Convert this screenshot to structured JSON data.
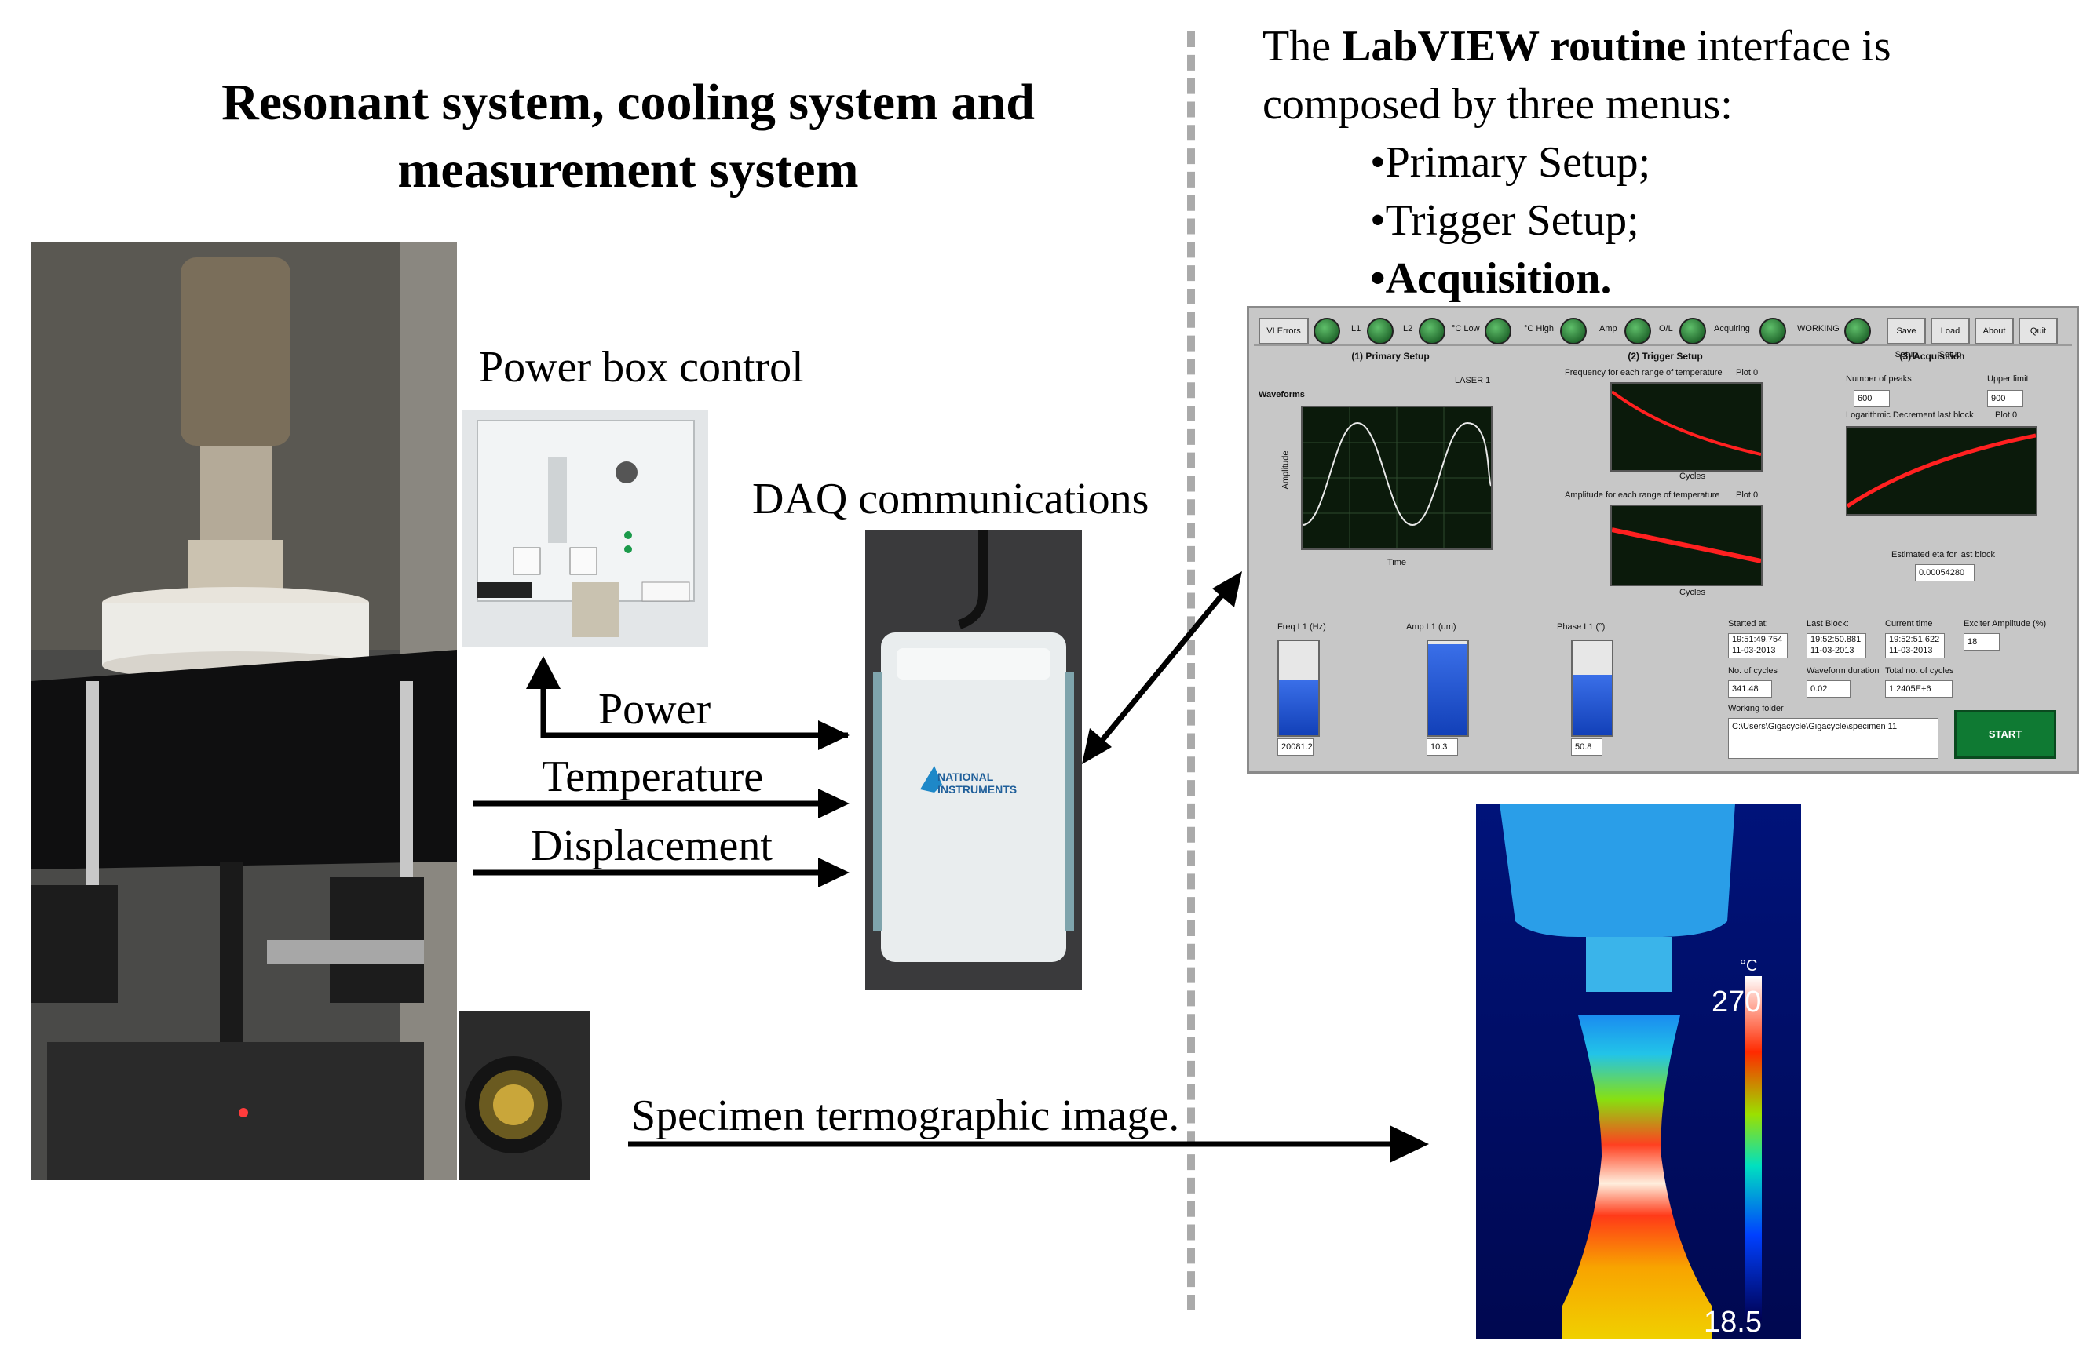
{
  "title": "Resonant system, cooling system and measurement system",
  "labels": {
    "power_box": "Power box control",
    "daq": "DAQ communications",
    "power": "Power",
    "temperature": "Temperature",
    "displacement": "Displacement",
    "thermo": "Specimen termographic image."
  },
  "labview_text": {
    "intro_prefix": "The ",
    "intro_bold": "LabVIEW routine",
    "intro_suffix": " interface is",
    "intro_line2": "composed by three menus:",
    "menus": [
      "•Primary Setup;",
      "•Trigger Setup;",
      "•Acquisition."
    ]
  },
  "labview_ui": {
    "top_buttons": [
      "VI Errors",
      "Save Setup",
      "Load Setup",
      "About",
      "Quit"
    ],
    "led_labels": [
      "L1",
      "L2",
      "°C Low",
      "°C High",
      "Amp",
      "O/L",
      "Acquiring",
      "WORKING"
    ],
    "sections": [
      "(1) Primary Setup",
      "(2) Trigger Setup",
      "(3) Acquisition"
    ],
    "waveforms_label": "Waveforms",
    "laser_label": "LASER 1",
    "freq_plot_title": "Frequency for each range of temperature",
    "amp_plot_title": "Amplitude for each range of temperature",
    "log_plot_title": "Logarithmic Decrement last block",
    "plot_legend": "Plot 0",
    "number_of_peaks_label": "Number of peaks",
    "number_of_peaks_value": "600",
    "upper_limit_label": "Upper limit",
    "upper_limit_value": "900",
    "estimated_eta_label": "Estimated eta for last block",
    "estimated_eta_value": "0.00054280",
    "freq_tank_label": "Freq L1 (Hz)",
    "freq_tank_value": "20081.2",
    "amp_tank_label": "Amp L1 (um)",
    "amp_tank_value": "10.3",
    "phase_tank_label": "Phase L1 (°)",
    "phase_tank_value": "50.8",
    "started_at_label": "Started at:",
    "started_at_value": "19:51:49.754",
    "started_date": "11-03-2013",
    "last_block_label": "Last Block:",
    "last_block_value": "19:52:50.881",
    "last_block_date": "11-03-2013",
    "current_time_label": "Current time",
    "current_time_value": "19:52:51.622",
    "current_date": "11-03-2013",
    "exciter_label": "Exciter Amplitude (%)",
    "exciter_value": "18",
    "cycles_label": "No. of cycles",
    "cycles_value": "341.48",
    "waveform_duration_label": "Waveform duration",
    "waveform_duration_value": "0.02",
    "total_cycles_label": "Total no. of cycles",
    "total_cycles_value": "1.2405E+6",
    "working_folder_label": "Working folder",
    "working_folder_value": "C:\\Users\\Gigacycle\\Gigacycle\\specimen 11",
    "start_button": "START",
    "amplitude_axis": "Amplitude",
    "time_axis": "Time",
    "cycles_axis": "Cycles"
  },
  "thermal": {
    "max": "270",
    "min": "18.5",
    "unit": "°C"
  },
  "device": {
    "brand": "NATIONAL INSTRUMENTS"
  },
  "colors": {
    "labview_bg": "#c7c7c7",
    "plot_bg": "#0b1a0b",
    "led_green": "#2e8b3a",
    "divider": "#aaaaaa",
    "start_green": "#0f7a33"
  }
}
